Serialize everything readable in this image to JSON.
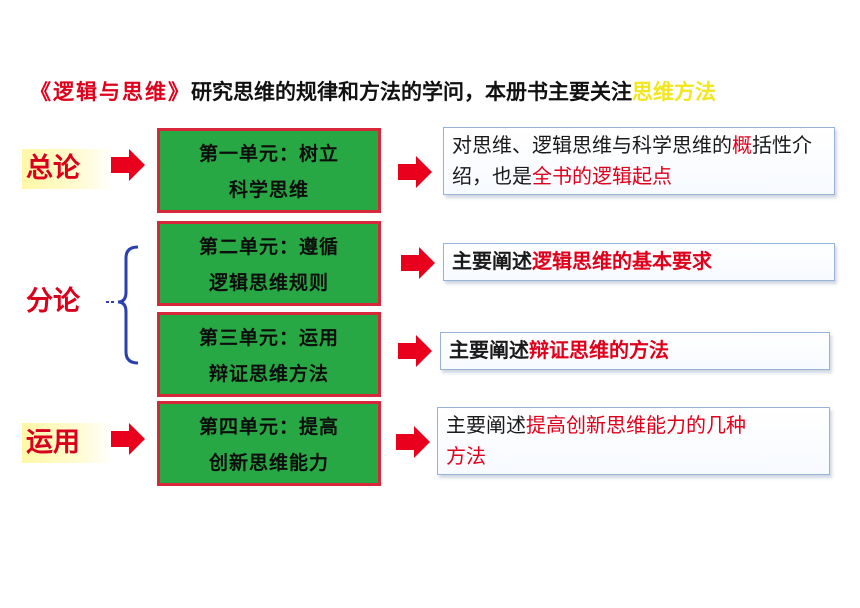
{
  "title": {
    "book": "《逻辑与思维》",
    "text": "研究思维的规律和方法的学问，本册书主要关注",
    "highlight": "思维方法"
  },
  "sections": {
    "general": "总论",
    "sub": "分论",
    "apply": "运用"
  },
  "units": [
    {
      "line1": "第一单元：树立",
      "line2": "科学思维"
    },
    {
      "line1": "第二单元：遵循",
      "line2": "逻辑思维规则"
    },
    {
      "line1": "第三单元：运用",
      "line2": "辩证思维方法"
    },
    {
      "line1": "第四单元：提高",
      "line2": "创新思维能力"
    }
  ],
  "descriptions": [
    {
      "a": "对思维、逻辑思维与科学思维的",
      "b": "概",
      "c": "括性介绍，也是",
      "d": "全书的逻辑起点"
    },
    {
      "a": "主要阐述",
      "b": "逻辑思维的基本要求"
    },
    {
      "a": "主要阐述",
      "b": "辩证思维的方法"
    },
    {
      "a": "主要阐述",
      "b": "提高创新思维能力的几种",
      "c": "方法"
    }
  ],
  "colors": {
    "arrow": "#e8001c",
    "unit_fill": "#27a844",
    "unit_border": "#d8263a",
    "label_red": "#d8001c",
    "brace": "#2a3fb0",
    "highlight_yellow": "#f2e61c"
  }
}
